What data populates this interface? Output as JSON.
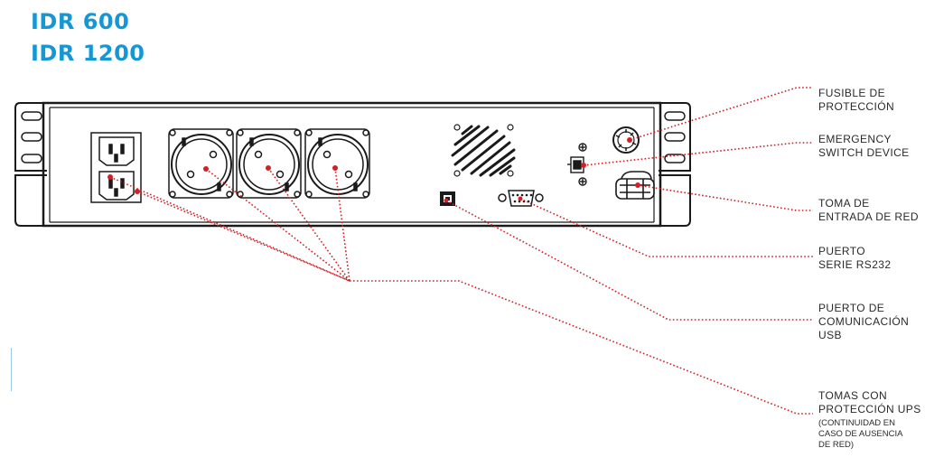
{
  "titles": [
    "IDR 600",
    "IDR 1200"
  ],
  "colors": {
    "title": "#1597d6",
    "callout": "#d32027",
    "outline": "#1a1a1a"
  },
  "labels": {
    "fuse": [
      "FUSIBLE DE",
      "PROTECCIÓN"
    ],
    "emergency": [
      "EMERGENCY",
      "SWITCH DEVICE"
    ],
    "mains": [
      "TOMA DE",
      "ENTRADA DE RED"
    ],
    "serial": [
      "PUERTO",
      "SERIE RS232"
    ],
    "usb": [
      "PUERTO DE",
      "COMUNICACIÓN",
      "USB"
    ],
    "outlets": [
      "TOMAS CON",
      "PROTECCIÓN UPS"
    ],
    "outlets_note": [
      "(CONTINUIDAD EN",
      "CASO DE AUSENCIA",
      "DE RED)"
    ]
  },
  "components": [
    "panel-outline",
    "rack-ear-left",
    "rack-ear-right",
    "iec-socket",
    "iec-socket",
    "schuko-outlet",
    "schuko-outlet",
    "schuko-outlet",
    "fan-grille",
    "usb-port",
    "rs232-port",
    "fuse-holder",
    "emergency-switch",
    "mains-input"
  ]
}
